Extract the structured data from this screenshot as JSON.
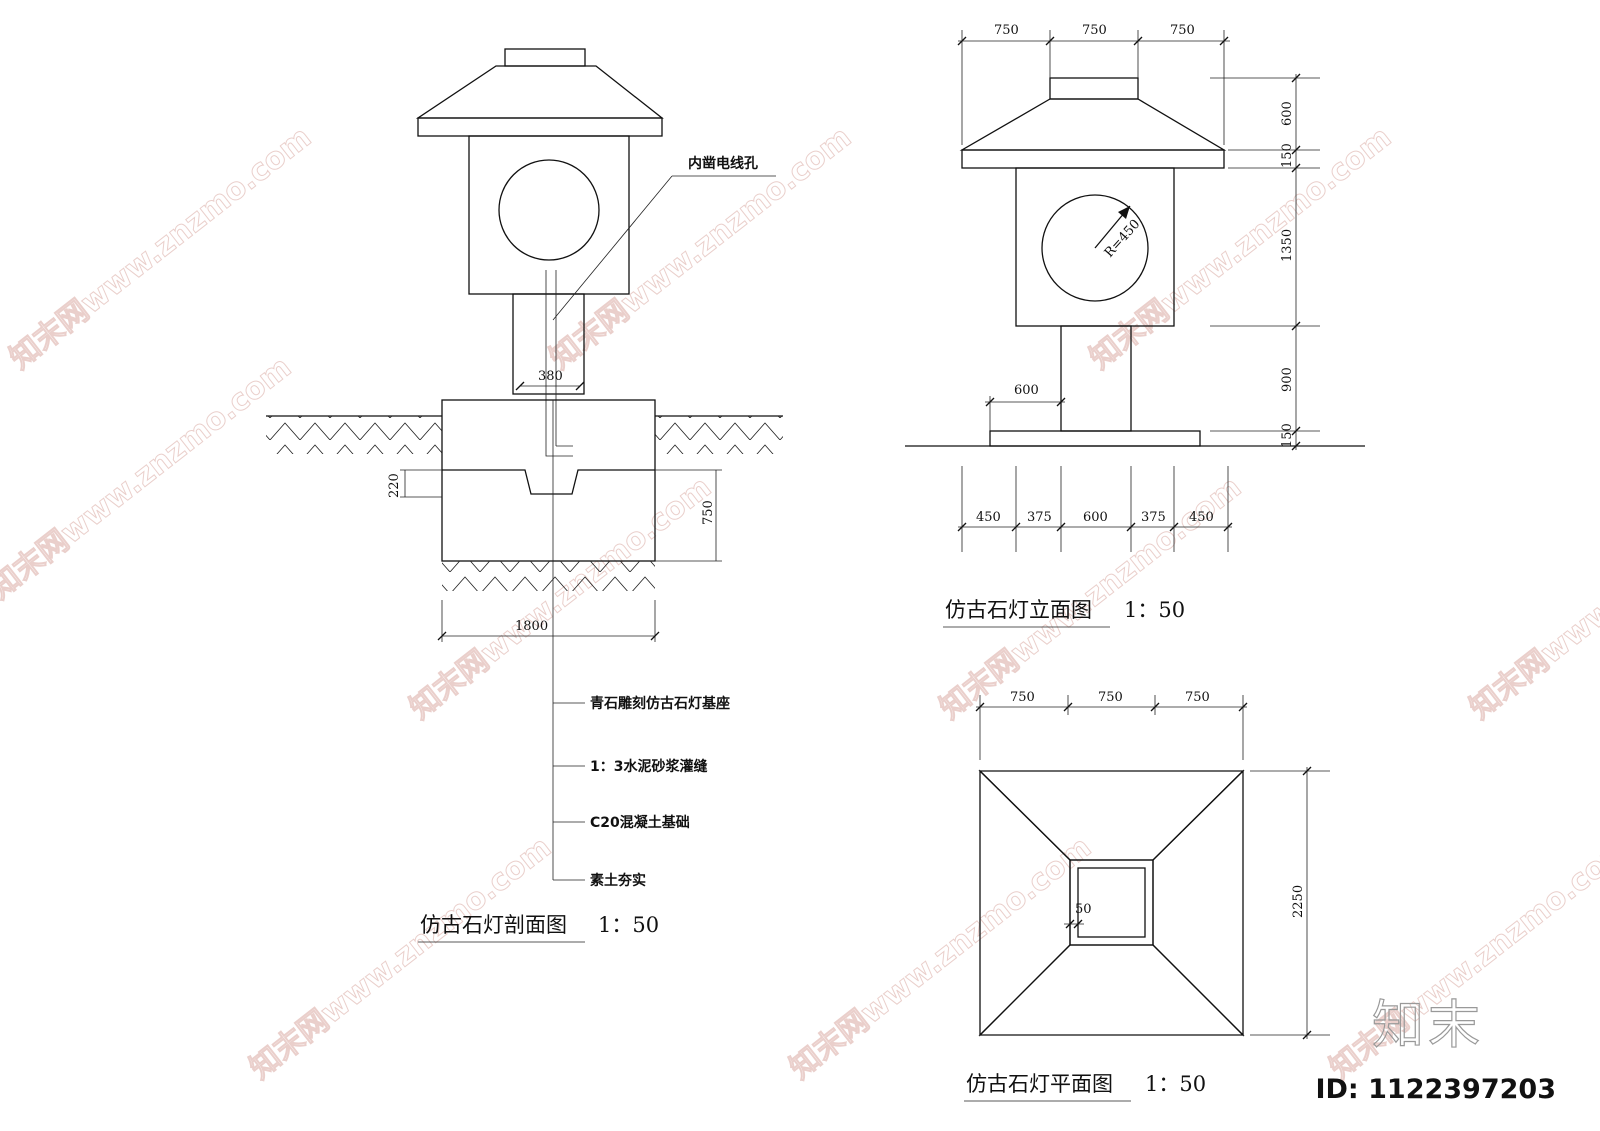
{
  "section": {
    "title": "仿古石灯剖面图",
    "scale": "1：50",
    "dims": {
      "pipe": "380",
      "depth": "220",
      "height": "750",
      "width": "1800"
    },
    "hole_note": "内凿电线孔",
    "notes": [
      "青石雕刻仿古石灯基座",
      "1：3水泥砂浆灌缝",
      "C20混凝土基础",
      "素土夯实"
    ]
  },
  "elevation": {
    "title": "仿古石灯立面图",
    "scale": "1：50",
    "top_dims": [
      "750",
      "750",
      "750"
    ],
    "right_dims": [
      "600",
      "150",
      "1350",
      "900",
      "150"
    ],
    "base_dim": "600",
    "bottom_dims": [
      "450",
      "375",
      "600",
      "375",
      "450"
    ],
    "radius": "R=450"
  },
  "plan": {
    "title": "仿古石灯平面图",
    "scale": "1：50",
    "top_dims": [
      "750",
      "750",
      "750"
    ],
    "right_dim": "2250",
    "inner_dim": "50"
  },
  "watermark": {
    "text": "知末网www.znzmo.com"
  },
  "logo": {
    "text": "知末"
  },
  "id_label": "ID: 1122397203"
}
